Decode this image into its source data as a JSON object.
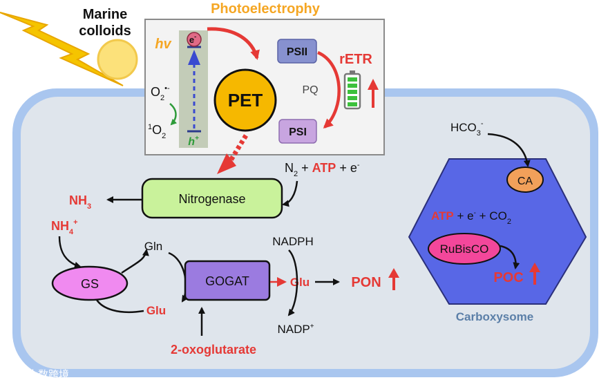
{
  "sun": {
    "line1": "Marine",
    "line2": "colloids"
  },
  "photo": {
    "title": "Photoelectrophy",
    "hv": "hv",
    "electron": "e",
    "electron_sup": "-",
    "hole": "h",
    "hole_sup": "+",
    "o2_radical": "O",
    "o2_radical_sub": "2",
    "o2_radical_sup": "•-",
    "singlet_o2_pre": "1",
    "singlet_o2": "O",
    "singlet_o2_sub": "2",
    "pet": "PET",
    "psii": "PSII",
    "pq": "PQ",
    "psi": "PSI",
    "retr": "rETR"
  },
  "nitrogen": {
    "n2_label": "N",
    "n2_sub": "2",
    "n2_plus": " + ",
    "atp": "ATP",
    "e_plus": " + e",
    "e_sup": "-",
    "enzyme": "Nitrogenase",
    "nh3": "NH",
    "nh3_sub": "3"
  },
  "assim": {
    "nh4": "NH",
    "nh4_sub": "4",
    "nh4_sup": "+",
    "gs": "GS",
    "gln": "Gln",
    "glu": "Glu",
    "gogat": "GOGAT",
    "glu2": "Glu",
    "nadph": "NADPH",
    "nadp": "NADP",
    "nadp_sup": "+",
    "pon": "PON",
    "oxo": "2-oxoglutarate"
  },
  "carb": {
    "hco3": "HCO",
    "hco3_sub": "3",
    "hco3_sup": "-",
    "ca": "CA",
    "atp": "ATP",
    "rest": " + e",
    "rest_sup": "-",
    "rest2": " + CO",
    "rest2_sub": "2",
    "rubisco": "RuBisCO",
    "poc": "POC",
    "label": "Carboxysome"
  },
  "watermark": "大数跨境",
  "colors": {
    "red": "#e53935",
    "orange": "#f5a623",
    "green_box": "#c9f29b",
    "purple": "#9b7be0",
    "pink": "#f06acb",
    "hexagon": "#5867e6",
    "carb_label": "#5b7fa8",
    "cell_fill": "#dfe5ec",
    "cell_border": "#6f9ce0"
  }
}
